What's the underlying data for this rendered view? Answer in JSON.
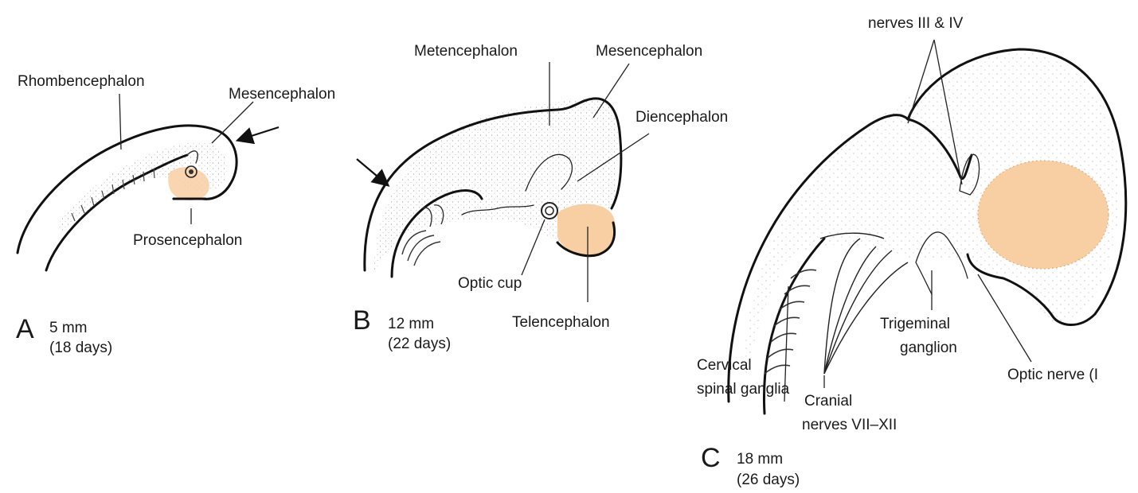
{
  "panels": [
    {
      "letter": "A",
      "size": "5 mm",
      "age": "(18 days)",
      "labels": {
        "rhombencephalon": "Rhombencephalon",
        "mesencephalon": "Mesencephalon",
        "prosencephalon": "Prosencephalon"
      }
    },
    {
      "letter": "B",
      "size": "12 mm",
      "age": "(22 days)",
      "labels": {
        "metencephalon": "Metencephalon",
        "mesencephalon": "Mesencephalon",
        "diencephalon": "Diencephalon",
        "optic_cup": "Optic cup",
        "telencephalon": "Telencephalon"
      }
    },
    {
      "letter": "C",
      "size": "18 mm",
      "age": "(26 days)",
      "labels": {
        "nerves_3_4": "nerves III & IV",
        "trigeminal_1": "Trigeminal",
        "trigeminal_2": "ganglion",
        "optic_nerve": "Optic nerve (I",
        "cervical_1": "Cervical",
        "cervical_2": "spinal ganglia",
        "cranial_1": "Cranial",
        "cranial_2": "nerves VII–XII"
      }
    }
  ],
  "colors": {
    "telencephalon_fill": "#f8cfa3",
    "outline": "#111111"
  }
}
